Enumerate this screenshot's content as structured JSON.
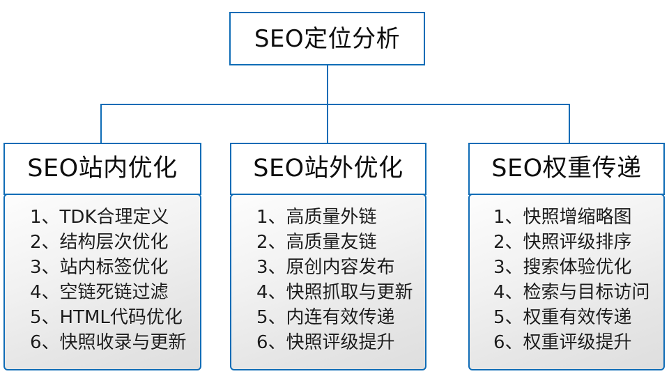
{
  "diagram": {
    "root": {
      "title": "SEO定位分析"
    },
    "accent_color": "#0f6cb6",
    "text_color": "#0d0d0d",
    "branches": [
      {
        "header": "SEO站内优化",
        "items": [
          "1、TDK合理定义",
          "2、结构层次优化",
          "3、站内标签优化",
          "4、空链死链过滤",
          "5、HTML代码优化",
          "6、快照收录与更新"
        ]
      },
      {
        "header": "SEO站外优化",
        "items": [
          "1、高质量外链",
          "2、高质量友链",
          "3、原创内容发布",
          "4、快照抓取与更新",
          "5、内连有效传递",
          "6、快照评级提升"
        ]
      },
      {
        "header": "SEO权重传递",
        "items": [
          "1、快照增缩略图",
          "2、快照评级排序",
          "3、搜索体验优化",
          "4、检索与目标访问",
          "5、权重有效传递",
          "6、权重评级提升"
        ]
      }
    ]
  }
}
